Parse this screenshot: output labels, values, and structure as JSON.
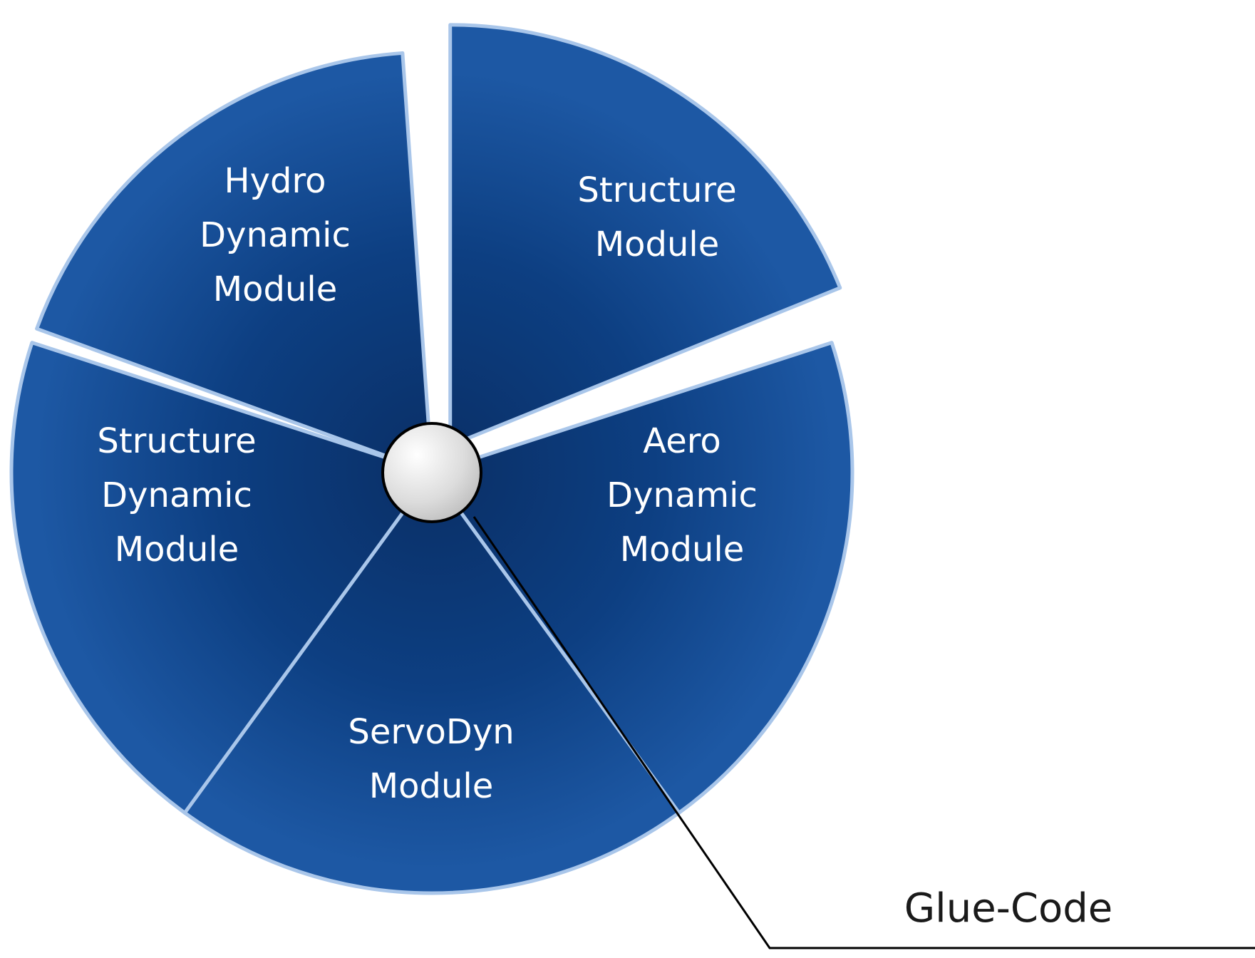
{
  "diagram": {
    "segments": [
      {
        "id": "structure-module",
        "lines": [
          "Structure",
          "Module"
        ]
      },
      {
        "id": "aero-dynamic-module",
        "lines": [
          "Aero",
          "Dynamic",
          "Module"
        ]
      },
      {
        "id": "servodyn-module",
        "lines": [
          "ServoDyn",
          "Module"
        ]
      },
      {
        "id": "structure-dynamic-module",
        "lines": [
          "Structure",
          "Dynamic",
          "Module"
        ]
      },
      {
        "id": "hydro-dynamic-module",
        "lines": [
          "Hydro",
          "Dynamic",
          "Module"
        ]
      }
    ],
    "hub_label": "Glue-Code",
    "colors": {
      "segment_fill_dark": "#0b3a78",
      "segment_fill_light": "#1f5aa6",
      "segment_edge": "#a9c6ea",
      "hub_fill": "#e2e2e2",
      "callout_line": "#000000"
    }
  }
}
